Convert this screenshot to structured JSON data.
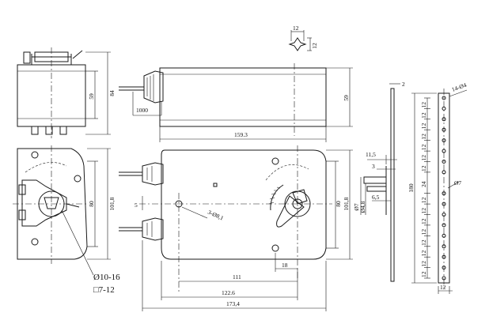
{
  "side_view": {
    "height_outer": "84",
    "height_inner": "59"
  },
  "front_view": {
    "height_outer": "101,8",
    "height_inner": "80",
    "shaft_dia": "Ø10-16",
    "shaft_square": "□7-12"
  },
  "top_view": {
    "cable_length": "1000",
    "width": "159.3",
    "height": "59"
  },
  "main_view": {
    "dim_11_5": "11,5",
    "dim_3": "3",
    "dim_6_5": "6,5",
    "dia_7": "Ø7",
    "dia_4_8": "Ø4,8",
    "dim_5": "5",
    "hole_dia": "3-Ø8,1",
    "height_outer": "101,8",
    "height_inner": "80",
    "dim_18": "18",
    "dim_111": "111",
    "dim_122_6": "122.6",
    "dim_173_4": "173,4"
  },
  "star_detail": {
    "w": "12",
    "h": "12"
  },
  "bracket": {
    "thickness": "2",
    "holes": "14-Ø4",
    "length": "180",
    "hole_dia": "Ø7",
    "pitch_labels": [
      "12",
      "12",
      "12",
      "12",
      "12",
      "12",
      "12",
      "24",
      "12",
      "12",
      "12",
      "12",
      "12",
      "12",
      "12",
      "12"
    ],
    "bottom_width": "12"
  }
}
